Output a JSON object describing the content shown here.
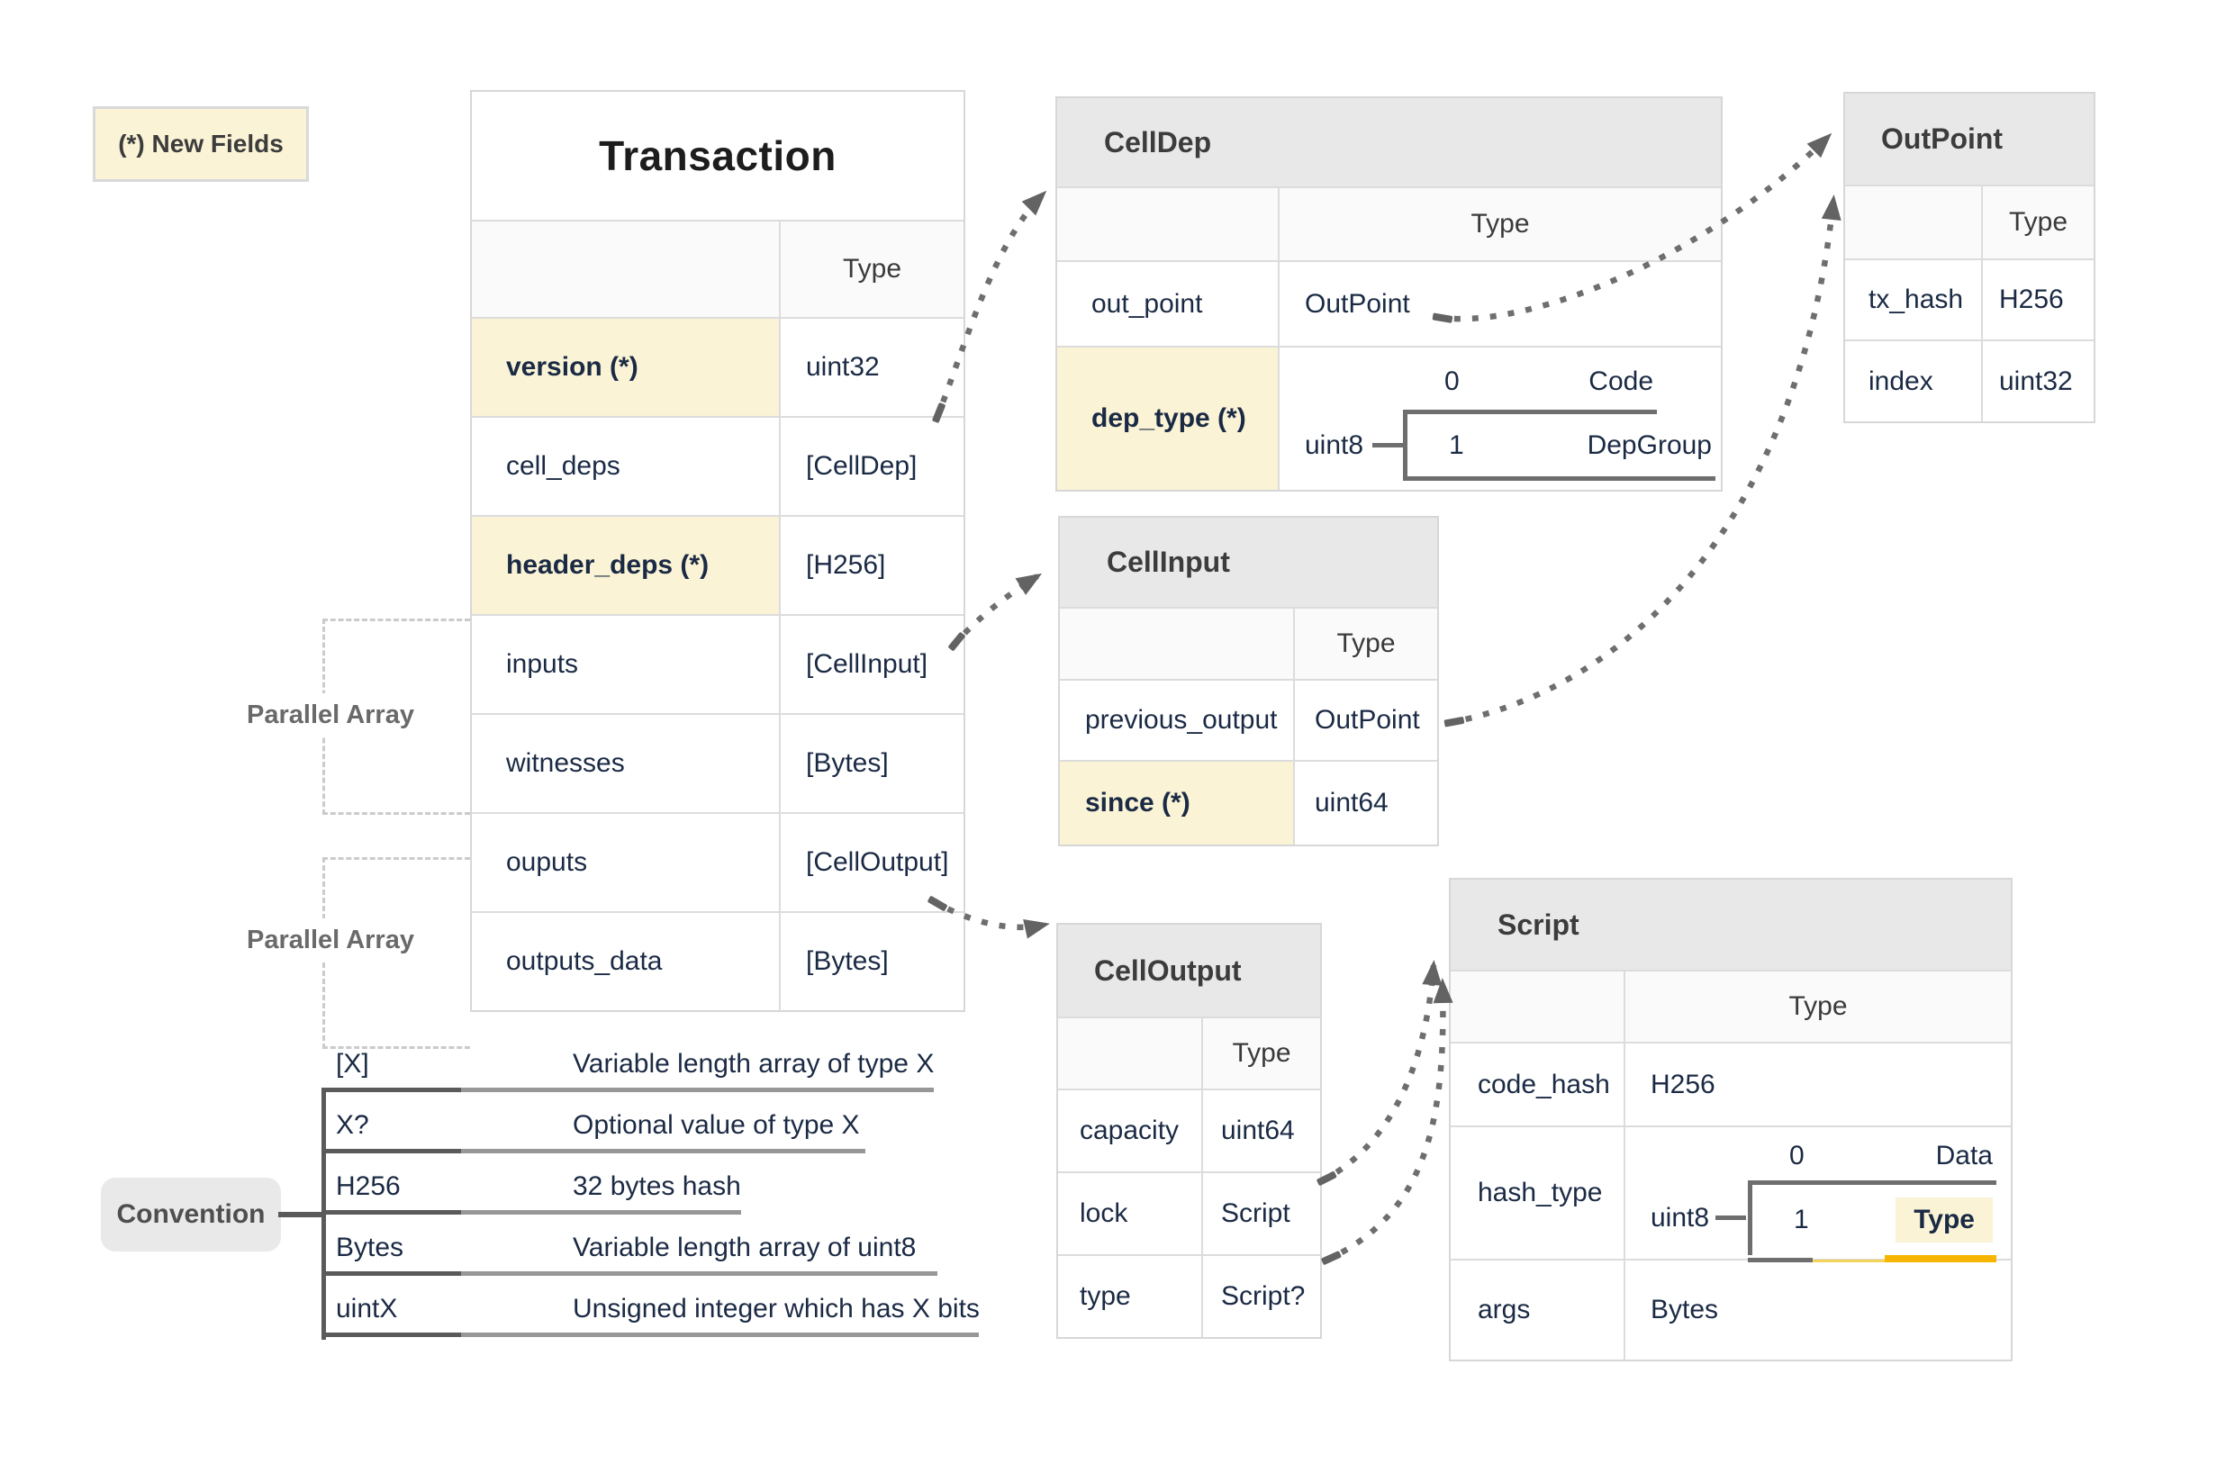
{
  "palette": {
    "highlight_yellow": "#FAF3D6",
    "gold_underline": "#F7B500",
    "table_header_gray": "#E8E8E8",
    "arrow_gray": "#6E6E6E",
    "text_navy": "#1B2A44",
    "border_gray": "#DCDCDC"
  },
  "note": {
    "label": "(*) New Fields"
  },
  "parallel_arrays": {
    "label_1": "Parallel Array",
    "label_2": "Parallel Array"
  },
  "transaction": {
    "title": "Transaction",
    "type_header": "Type",
    "rows": [
      {
        "field": "version (*)",
        "type": "uint32",
        "highlight": true
      },
      {
        "field": "cell_deps",
        "type": "[CellDep]",
        "highlight": false
      },
      {
        "field": "header_deps (*)",
        "type": "[H256]",
        "highlight": true
      },
      {
        "field": "inputs",
        "type": "[CellInput]",
        "highlight": false
      },
      {
        "field": "witnesses",
        "type": "[Bytes]",
        "highlight": false
      },
      {
        "field": "ouputs",
        "type": "[CellOutput]",
        "highlight": false
      },
      {
        "field": "outputs_data",
        "type": "[Bytes]",
        "highlight": false
      }
    ]
  },
  "cell_dep": {
    "title": "CellDep",
    "type_header": "Type",
    "rows": [
      {
        "field": "out_point",
        "type": "OutPoint",
        "highlight": false
      }
    ],
    "enum_row": {
      "field": "dep_type (*)",
      "highlight": true,
      "base": "uint8",
      "options": [
        {
          "value": "0",
          "label": "Code",
          "highlight": false
        },
        {
          "value": "1",
          "label": "DepGroup",
          "highlight": false
        }
      ]
    }
  },
  "out_point": {
    "title": "OutPoint",
    "type_header": "Type",
    "rows": [
      {
        "field": "tx_hash",
        "type": "H256",
        "highlight": false
      },
      {
        "field": "index",
        "type": "uint32",
        "highlight": false
      }
    ]
  },
  "cell_input": {
    "title": "CellInput",
    "type_header": "Type",
    "rows": [
      {
        "field": "previous_output",
        "type": "OutPoint",
        "highlight": false
      },
      {
        "field": "since (*)",
        "type": "uint64",
        "highlight": true
      }
    ]
  },
  "cell_output": {
    "title": "CellOutput",
    "type_header": "Type",
    "rows": [
      {
        "field": "capacity",
        "type": "uint64",
        "highlight": false
      },
      {
        "field": "lock",
        "type": "Script",
        "highlight": false
      },
      {
        "field": "type",
        "type": "Script?",
        "highlight": false
      }
    ]
  },
  "script": {
    "title": "Script",
    "type_header": "Type",
    "rows": [
      {
        "field": "code_hash",
        "type": "H256",
        "highlight": false
      }
    ],
    "enum_row": {
      "field": "hash_type",
      "highlight": false,
      "base": "uint8",
      "options": [
        {
          "value": "0",
          "label": "Data",
          "highlight": false
        },
        {
          "value": "1",
          "label": "Type",
          "highlight": true
        }
      ]
    },
    "rows_after": [
      {
        "field": "args",
        "type": "Bytes",
        "highlight": false
      }
    ]
  },
  "convention": {
    "label": "Convention",
    "entries": [
      {
        "term": "[X]",
        "desc": "Variable length array of type X"
      },
      {
        "term": "X?",
        "desc": "Optional value of type X"
      },
      {
        "term": "H256",
        "desc": "32 bytes hash"
      },
      {
        "term": "Bytes",
        "desc": "Variable length array of uint8"
      },
      {
        "term": "uintX",
        "desc": "Unsigned integer which has X bits"
      }
    ]
  }
}
